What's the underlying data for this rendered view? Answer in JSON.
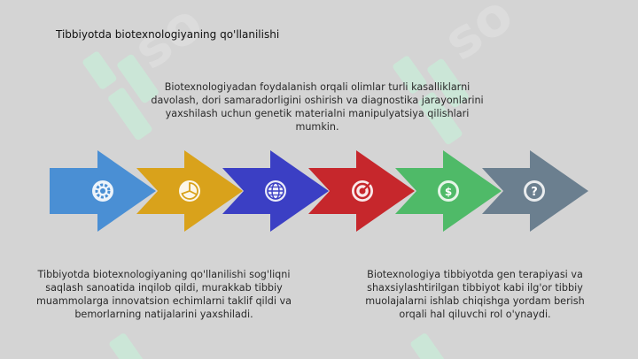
{
  "slide": {
    "title": "Tibbiyotda biotexnologiyaning qo'llanilishi",
    "intro": "Biotexnologiyadan foydalanish orqali olimlar turli kasalliklarni davolash, dori samaradorligini oshirish va diagnostika jarayonlarini yaxshilash uchun genetik materialni manipulyatsiya qilishlari mumkin.",
    "left_text": "Tibbiyotda biotexnologiyaning qo'llanilishi sog'liqni saqlash sanoatida inqilob qildi, murakkab tibbiy muammolarga innovatsion echimlarni taklif qildi va bemorlarning natijalarini yaxshiladi.",
    "right_text": "Biotexnologiya tibbiyotda gen terapiyasi va shaxsiylashtirilgan tibbiyot kabi ilg'or tibbiy muolajalarni ishlab chiqishga yordam berish orqali hal qiluvchi rol o'ynaydi."
  },
  "arrows": [
    {
      "color": "#4a8fd4",
      "icon": "gear-icon"
    },
    {
      "color": "#d9a21b",
      "icon": "pie-chart-icon"
    },
    {
      "color": "#3b3fc4",
      "icon": "globe-icon"
    },
    {
      "color": "#c6272c",
      "icon": "target-icon"
    },
    {
      "color": "#4fba68",
      "icon": "dollar-coin-icon"
    },
    {
      "color": "#6b7f8f",
      "icon": "question-icon"
    }
  ]
}
